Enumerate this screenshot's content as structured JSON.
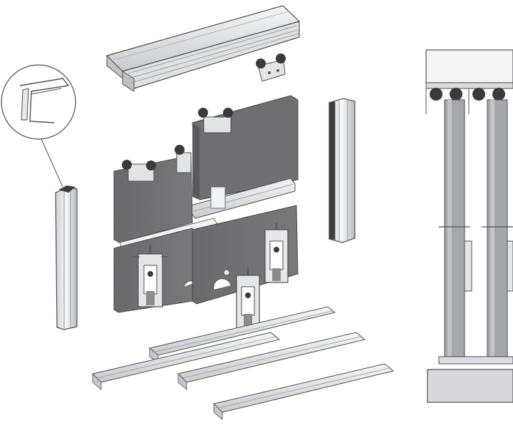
{
  "figure": {
    "description_visible_text": "",
    "colors": {
      "panel": "#6f6f72",
      "panel_edge": "#4a4a4d",
      "aluminium": "#e6e7e9",
      "aluminium_shadow": "#b9bbbf",
      "line": "#4d4f53",
      "wheel": "#3a3a3c",
      "side_box": "#d8d8da",
      "background": "#ffffff"
    },
    "parts": [
      {
        "name": "top-track-rail",
        "icon": "top-rail-profile"
      },
      {
        "name": "carriage-wheel-bracket",
        "icon": "wheel-bracket"
      },
      {
        "name": "door-panel-front",
        "icon": "door-panel"
      },
      {
        "name": "door-panel-rear",
        "icon": "door-panel"
      },
      {
        "name": "handle-profile-left",
        "icon": "vertical-profile"
      },
      {
        "name": "handle-profile-right",
        "icon": "vertical-profile"
      },
      {
        "name": "connecting-profile",
        "icon": "horizontal-profile"
      },
      {
        "name": "bottom-guide-rails",
        "icon": "bottom-rail-profile"
      },
      {
        "name": "profile-cross-section-callout",
        "icon": "magnifier-callout"
      },
      {
        "name": "side-section-view",
        "icon": "cross-section"
      }
    ]
  }
}
